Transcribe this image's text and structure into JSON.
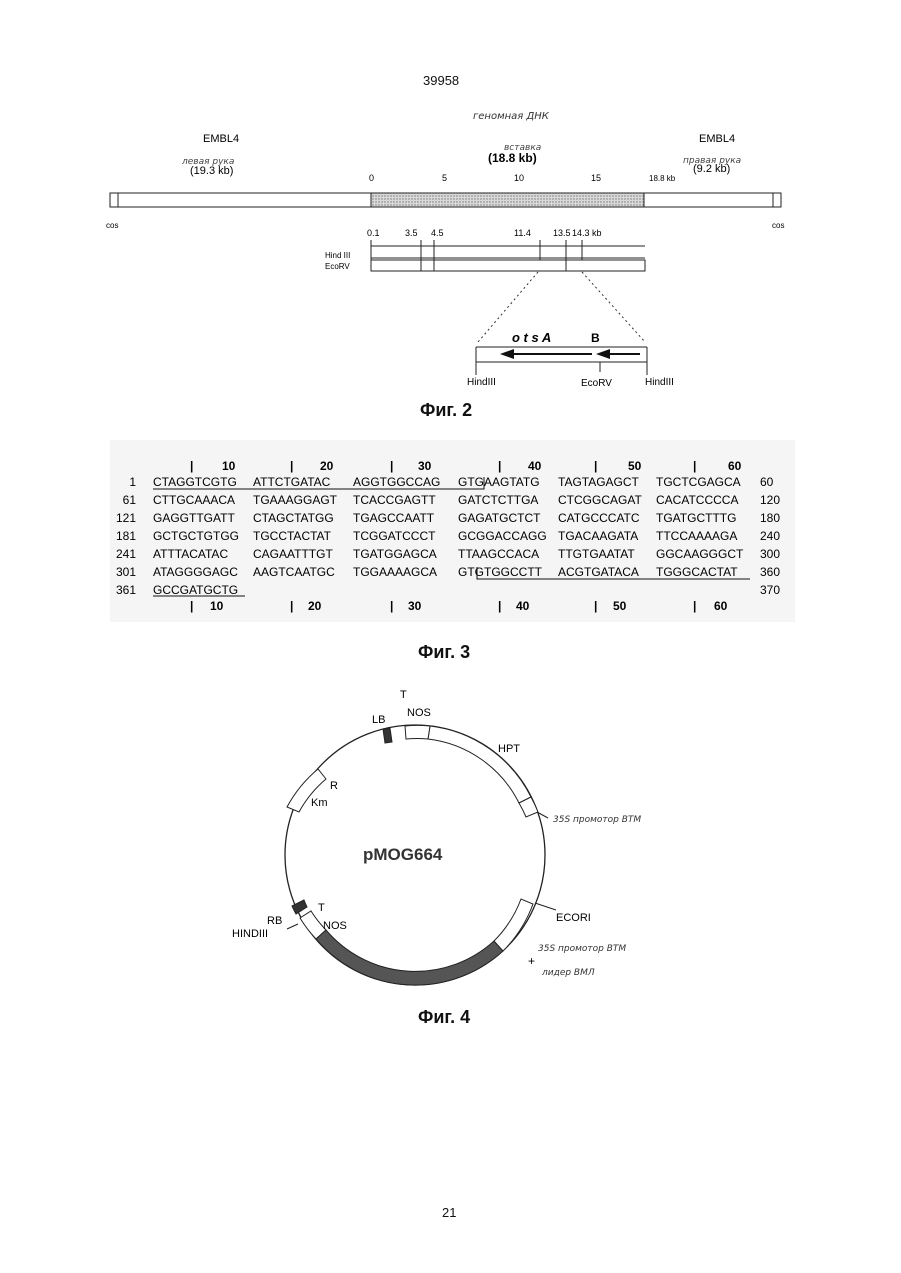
{
  "header": {
    "page_code": "39958"
  },
  "footer": {
    "page_number": "21"
  },
  "fig2": {
    "caption": "Фиг. 2",
    "genomic_dna_label": "геномная ДНК",
    "insert_label": "вставка",
    "insert_size": "(18.8  kb)",
    "left_arm": {
      "name": "EMBL4",
      "hand": "левая рука",
      "size": "(19.3  kb)"
    },
    "right_arm": {
      "name": "EMBL4",
      "hand": "правая рука",
      "size": "(9.2  kb)"
    },
    "cos_left": "cos",
    "cos_right": "cos",
    "top_scale": [
      "0",
      "5",
      "10",
      "15",
      "18.8 kb"
    ],
    "map_scale": [
      "0.1",
      "3.5",
      "4.5",
      "11.4",
      "13.5",
      "14.3 kb"
    ],
    "enzyme_hind": "Hind III",
    "enzyme_ecorv": "EcoRV",
    "gene_a": "o t s A",
    "gene_b": "B",
    "site_left": "HindIII",
    "site_mid": "EcoRV",
    "site_right": "HindIII"
  },
  "fig3": {
    "caption": "Фиг. 3",
    "ruler_top": [
      "10",
      "20",
      "30",
      "40",
      "50",
      "60"
    ],
    "ruler_bottom": [
      "10",
      "20",
      "30",
      "40",
      "50",
      "60"
    ],
    "rows": [
      {
        "start": "1",
        "blocks": [
          "CTAGGTCGTG",
          "ATTCTGATAC",
          "AGGTGGCCAG",
          "GTGAAGTATG",
          "TAGTAGAGCT",
          "TGCTCGAGCA"
        ],
        "end": "60"
      },
      {
        "start": "61",
        "blocks": [
          "CTTGCAAACA",
          "TGAAAGGAGT",
          "TCACCGAGTT",
          "GATCTCTTGA",
          "CTCGGCAGAT",
          "CACATCCCCA"
        ],
        "end": "120"
      },
      {
        "start": "121",
        "blocks": [
          "GAGGTTGATT",
          "CTAGCTATGG",
          "TGAGCCAATT",
          "GAGATGCTCT",
          "CATGCCCATC",
          "TGATGCTTTG"
        ],
        "end": "180"
      },
      {
        "start": "181",
        "blocks": [
          "GCTGCTGTGG",
          "TGCCTACTAT",
          "TCGGATCCCT",
          "GCGGACCAGG",
          "TGACAAGATA",
          "TTCCAAAAGA"
        ],
        "end": "240"
      },
      {
        "start": "241",
        "blocks": [
          "ATTTACATAC",
          "CAGAATTTGT",
          "TGATGGAGCA",
          "TTAAGCCACA",
          "TTGTGAATAT",
          "GGCAAGGGCT"
        ],
        "end": "300"
      },
      {
        "start": "301",
        "blocks": [
          "ATAGGGGAGC",
          "AAGTCAATGC",
          "TGGAAAAGCA",
          "GTGTGGCCTT",
          "ACGTGATACA",
          "TGGGCACTAT"
        ],
        "end": "360"
      },
      {
        "start": "361",
        "blocks": [
          "GCCGATGCTG",
          "",
          "",
          "",
          "",
          ""
        ],
        "end": "370"
      }
    ]
  },
  "fig4": {
    "caption": "Фиг. 4",
    "plasmid_name": "pMOG664",
    "label_t_top": "T",
    "label_nos_top": "NOS",
    "label_lb": "LB",
    "label_hpt": "HPT",
    "label_r": "R",
    "label_km": "Km",
    "label_35s_1": "35S промотор ВТМ",
    "label_ecori": "ECORI",
    "label_rb": "RB",
    "label_hindiii": "HINDIII",
    "label_t_bottom": "T",
    "label_nos_bottom": "NOS",
    "label_35s_2": "35S промотор ВТМ",
    "label_plus": "+",
    "label_leader": "лидер ВМЛ"
  }
}
